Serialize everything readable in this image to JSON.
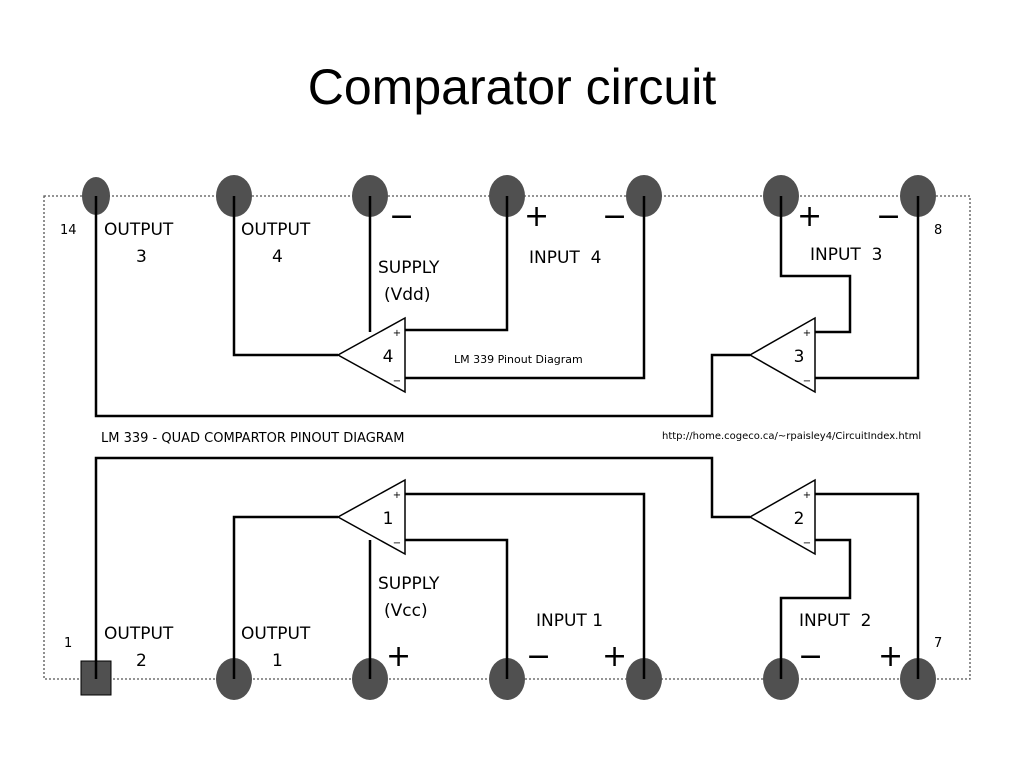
{
  "title": "Comparator circuit",
  "colors": {
    "pin": "#505050",
    "line": "#000000",
    "background": "#ffffff"
  },
  "pin_numbers": {
    "p14": "14",
    "p8": "8",
    "p1": "1",
    "p7": "7"
  },
  "labels": {
    "output3": [
      "OUTPUT",
      "3"
    ],
    "output4": [
      "OUTPUT",
      "4"
    ],
    "supply_vdd": [
      "SUPPLY",
      "(Vdd)"
    ],
    "input4": "INPUT  4",
    "input3": "INPUT  3",
    "output2": [
      "OUTPUT",
      "2"
    ],
    "output1": [
      "OUTPUT",
      "1"
    ],
    "supply_vcc": [
      "SUPPLY",
      "(Vcc)"
    ],
    "input1": "INPUT 1",
    "input2": "INPUT  2"
  },
  "signs": {
    "top": [
      "−",
      "+",
      "−",
      "+",
      "−"
    ],
    "bottom": [
      "+",
      "−",
      "+",
      "−",
      "+"
    ]
  },
  "comparators": [
    {
      "id": "1",
      "plus": "+",
      "minus": "−"
    },
    {
      "id": "2",
      "plus": "+",
      "minus": "−"
    },
    {
      "id": "3",
      "plus": "+",
      "minus": "−"
    },
    {
      "id": "4",
      "plus": "+",
      "minus": "−"
    }
  ],
  "inner_caption": "LM 339 Pinout Diagram",
  "banner": "LM 339 - QUAD COMPARTOR PINOUT DIAGRAM",
  "url": "http://home.cogeco.ca/~rpaisley4/CircuitIndex.html"
}
